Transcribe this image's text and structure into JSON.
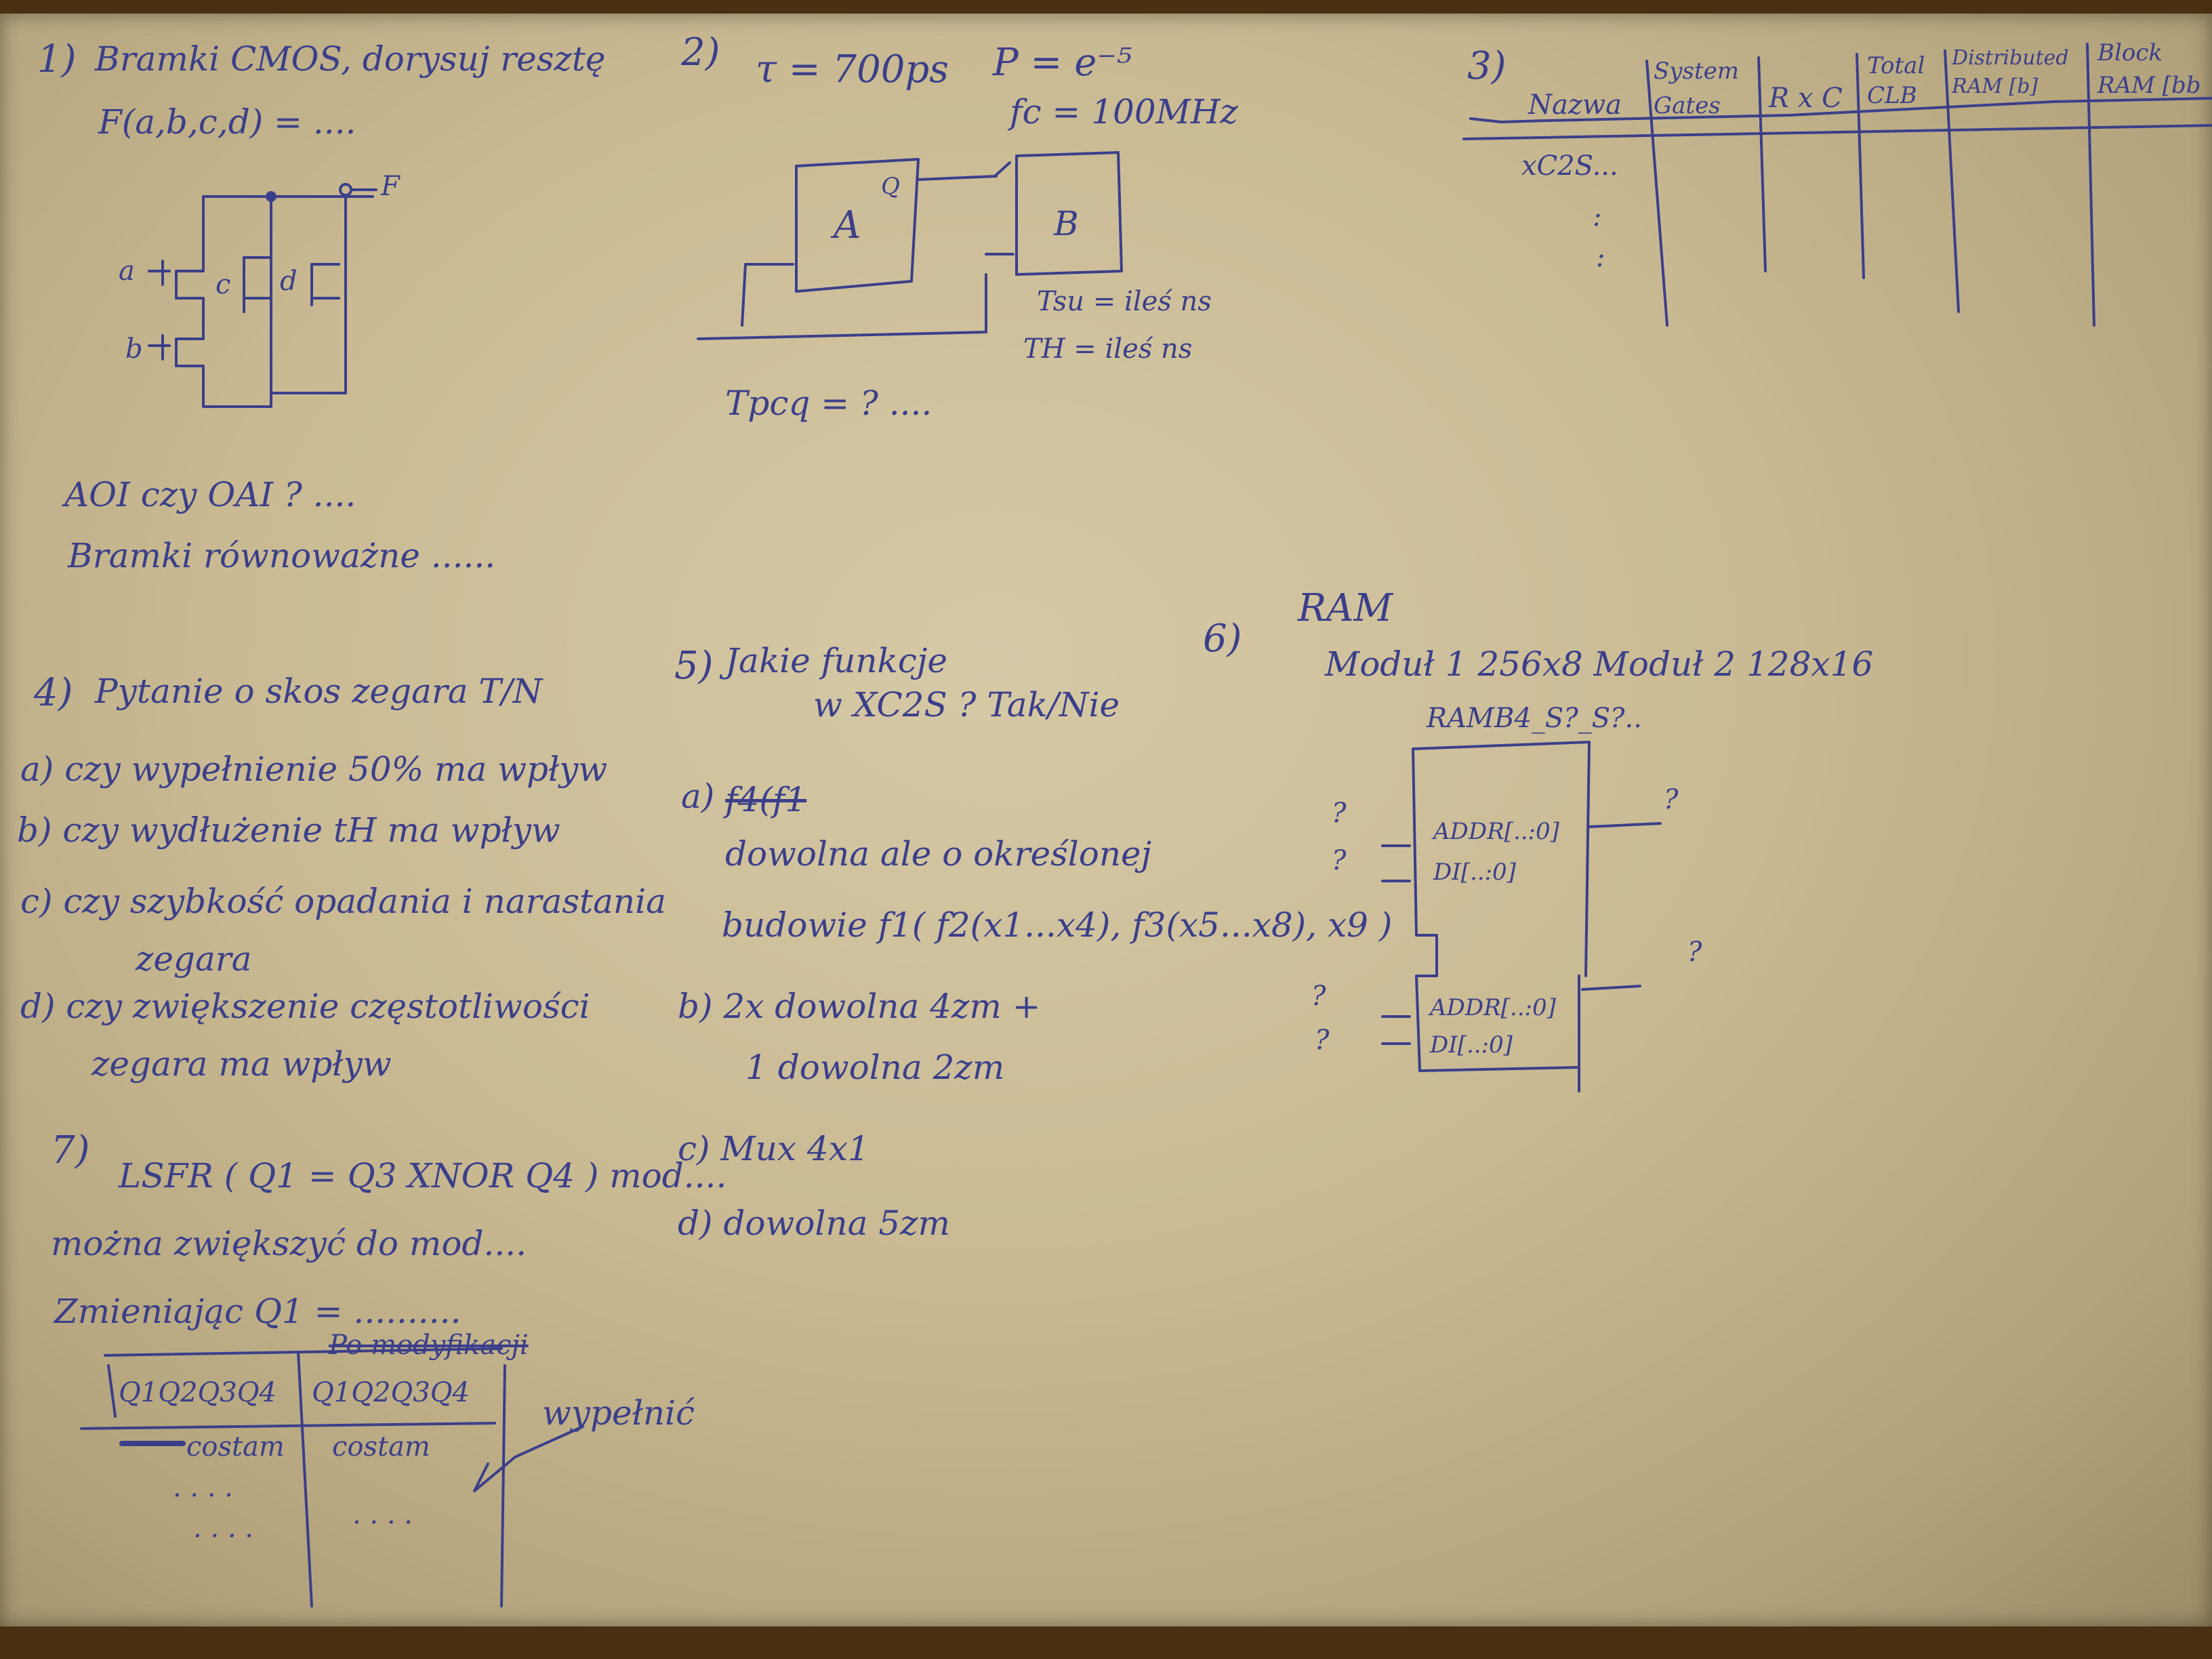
{
  "section1": {
    "number": "1)",
    "title": "Bramki CMOS, dorysuj resztę",
    "function": "F(a,b,c,d) = ....",
    "inputs": {
      "a": "a",
      "b": "b",
      "c": "c",
      "d": "d"
    },
    "output": "F",
    "question": "AOI czy OAI ? ....",
    "equivalent": "Bramki równoważne ......"
  },
  "section2": {
    "number": "2)",
    "tau": "τ = 700ps",
    "p": "P = e⁻⁵",
    "fc": "fc = 100MHz",
    "block_a": "A",
    "block_a_q": "Q",
    "block_b": "B",
    "tsu": "Tsu = ileś ns",
    "th": "TH = ileś ns",
    "tpcq": "Tpcq = ? ...."
  },
  "section3": {
    "number": "3)",
    "headers": [
      "Nazwa",
      "System Gates",
      "R x C",
      "Total CLB",
      "Distributed RAM [b]",
      "Block RAM [bb"
    ],
    "rows": [
      "xC2S...",
      ":",
      ":"
    ]
  },
  "section4": {
    "number": "4)",
    "title": "Pytanie o skos zegara  T/N",
    "items": [
      "a) czy wypełnienie 50% ma wpływ",
      "b) czy wydłużenie tH ma wpływ",
      "c) czy szybkość opadania i narastania",
      "zegara",
      "d) czy zwiększenie częstotliwości",
      "zegara ma wpływ"
    ]
  },
  "section5": {
    "number": "5)",
    "title": "Jakie funkcje",
    "subtitle": "w XC2S ? Tak/Nie",
    "a_label": "a)",
    "a_struck": "f4(f1",
    "a_line1": "dowolna ale o określonej",
    "a_line2": "budowie  f1( f2(x1...x4), f3(x5...x8), x9 )",
    "b_line1": "b) 2x dowolna 4zm +",
    "b_line2": "1 dowolna 2zm",
    "c_line": "c)  Mux 4x1",
    "d_line": "d)  dowolna 5zm"
  },
  "section6": {
    "number": "6)",
    "title": "RAM",
    "modules": "Moduł 1  256x8    Moduł 2  128x16",
    "component": "RAMB4_S?_S?..",
    "addr_a": "ADDR[..:0]",
    "di_a": "DI[..:0]",
    "addr_b": "ADDR[..:0]",
    "di_b": "DI[..:0]",
    "q": "?"
  },
  "section7": {
    "number": "7)",
    "line1": "LSFR ( Q1 = Q3 XNOR Q4 ) mod....",
    "line2": "można zwiększyć do mod....",
    "line3": "Zmieniając  Q1 = ..........",
    "after_mod": "Po modyfikacji",
    "col1": "Q1Q2Q3Q4",
    "col2": "Q1Q2Q3Q4",
    "cell1": "costam",
    "cell2": "costam",
    "fill_note": "wypełnić",
    "dots": ". . . ."
  }
}
